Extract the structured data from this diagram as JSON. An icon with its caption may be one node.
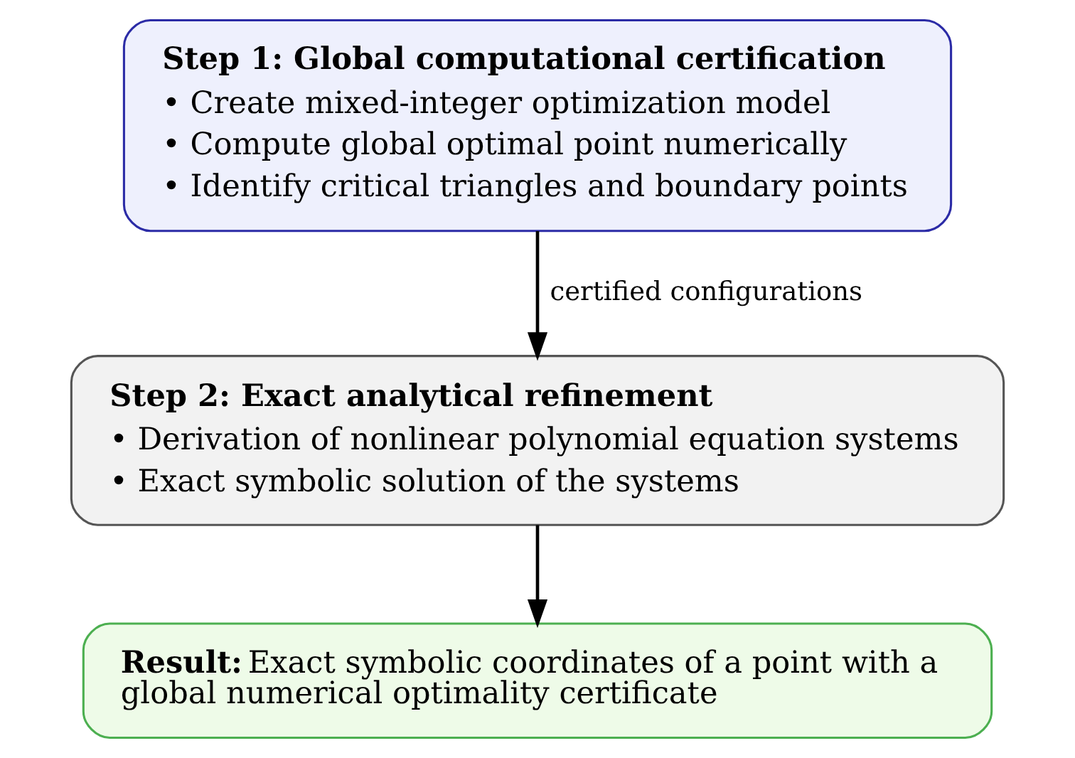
{
  "diagram": {
    "nodes": [
      {
        "text": [
          "Step 1: Global computational certification",
          "• Create mixed-integer optimization model",
          "• Compute global optimal point numerically",
          "• Identify critical triangles and boundary points"
        ]
      },
      {
        "text": [
          "Step 2: Exact analytical refinement",
          "• Derivation of nonlinear polynomial equation systems",
          "• Exact symbolic solution of the systems"
        ]
      },
      {
        "text": [
          "**Result:** Exact symbolic coordinates of a point with a global numerical optimality certificate"
        ]
      }
    ],
    "edges": [
      {
        "from": 0,
        "to": 1,
        "arrow": "to",
        "label": "certified configurations"
      },
      {
        "from": 1,
        "to": 2,
        "arrow": "to"
      }
    ]
  }
}
